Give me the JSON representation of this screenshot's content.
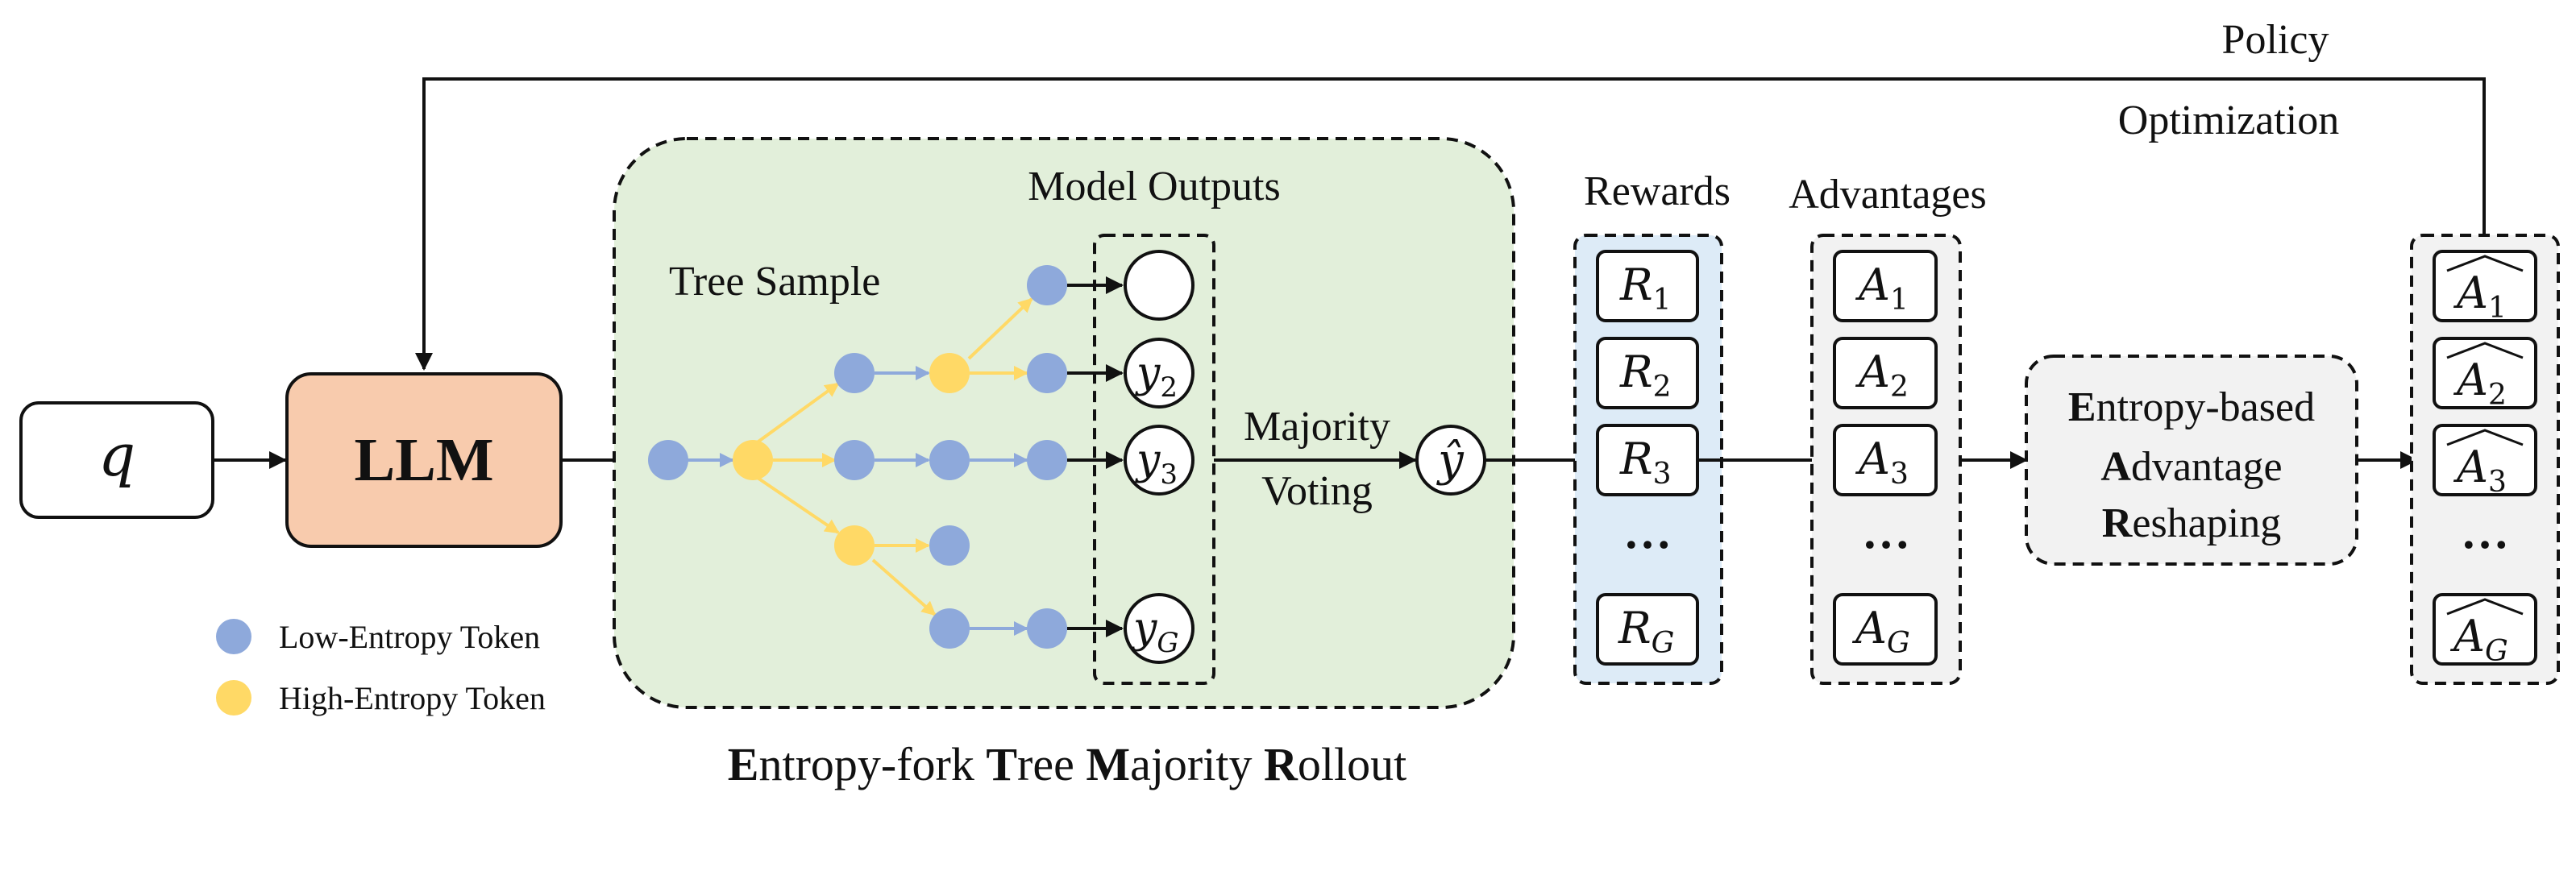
{
  "diagram": {
    "query_symbol": "q",
    "llm_label": "LLM",
    "policy_optimization": [
      "Policy",
      "Optimization"
    ],
    "tree_sample_label": "Tree Sample",
    "model_outputs_label": "Model Outputs",
    "majority_voting": [
      "Majority",
      "Voting"
    ],
    "voted_answer": "ŷ",
    "outputs": [
      "",
      "y",
      "y",
      "y"
    ],
    "output_subscripts": [
      "",
      "2",
      "3",
      "G"
    ],
    "rewards_label": "Rewards",
    "advantages_label": "Advantages",
    "rewards": [
      {
        "sym": "R",
        "sub": "1"
      },
      {
        "sym": "R",
        "sub": "2"
      },
      {
        "sym": "R",
        "sub": "3"
      },
      {
        "sym": "…",
        "sub": ""
      },
      {
        "sym": "R",
        "sub": "G"
      }
    ],
    "advantages": [
      {
        "sym": "A",
        "sub": "1"
      },
      {
        "sym": "A",
        "sub": "2"
      },
      {
        "sym": "A",
        "sub": "3"
      },
      {
        "sym": "…",
        "sub": ""
      },
      {
        "sym": "A",
        "sub": "G"
      }
    ],
    "reshaped_advantages": [
      {
        "sym": "A",
        "sub": "1"
      },
      {
        "sym": "A",
        "sub": "2"
      },
      {
        "sym": "A",
        "sub": "3"
      },
      {
        "sym": "…",
        "sub": ""
      },
      {
        "sym": "A",
        "sub": "G"
      }
    ],
    "earsh": {
      "line1_lead": "E",
      "line1_rest": "ntropy-based",
      "line2_lead": "A",
      "line2_rest": "dvantage",
      "line3_lead": "R",
      "line3_rest": "eshaping"
    },
    "legend": {
      "low": "Low-Entropy Token",
      "high": "High-Entropy Token"
    },
    "rollout_title": {
      "p1_lead": "E",
      "p1_rest": "ntropy-fork ",
      "p2_lead": "T",
      "p2_rest": "ree ",
      "p3_lead": "M",
      "p3_rest": "ajority ",
      "p4_lead": "R",
      "p4_rest": "ollout"
    },
    "colors": {
      "low_entropy": "#8EA9DB",
      "high_entropy": "#FFD966",
      "llm_fill": "#F8CBAD",
      "rollout_fill": "#E2EFDA",
      "rewards_fill": "#DDEBF7",
      "neutral_fill": "#F2F2F2",
      "tree_edge_blue": "#8EA9DB",
      "tree_edge_yellow": "#FFD966"
    }
  }
}
